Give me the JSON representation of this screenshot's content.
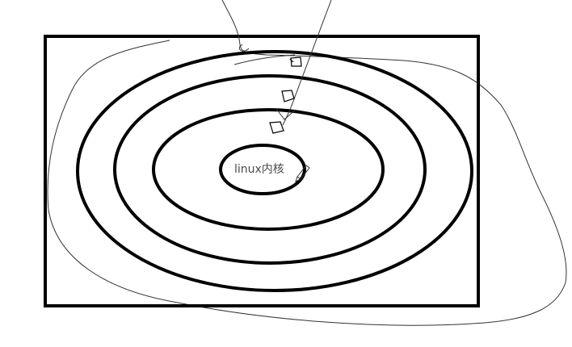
{
  "diagram": {
    "core_label": "linux内核",
    "colors": {
      "background": "#ffffff",
      "stroke": "#000000",
      "sketch": "#333333",
      "label": "#4a4a4a"
    },
    "shapes": {
      "frame": "rectangle",
      "rings": 4,
      "core": "ellipse",
      "sketch_marks": [
        "hand-drawn-outline",
        "hand-drawn-arrow",
        "hand-drawn-boxes",
        "pencil-icon"
      ]
    }
  }
}
